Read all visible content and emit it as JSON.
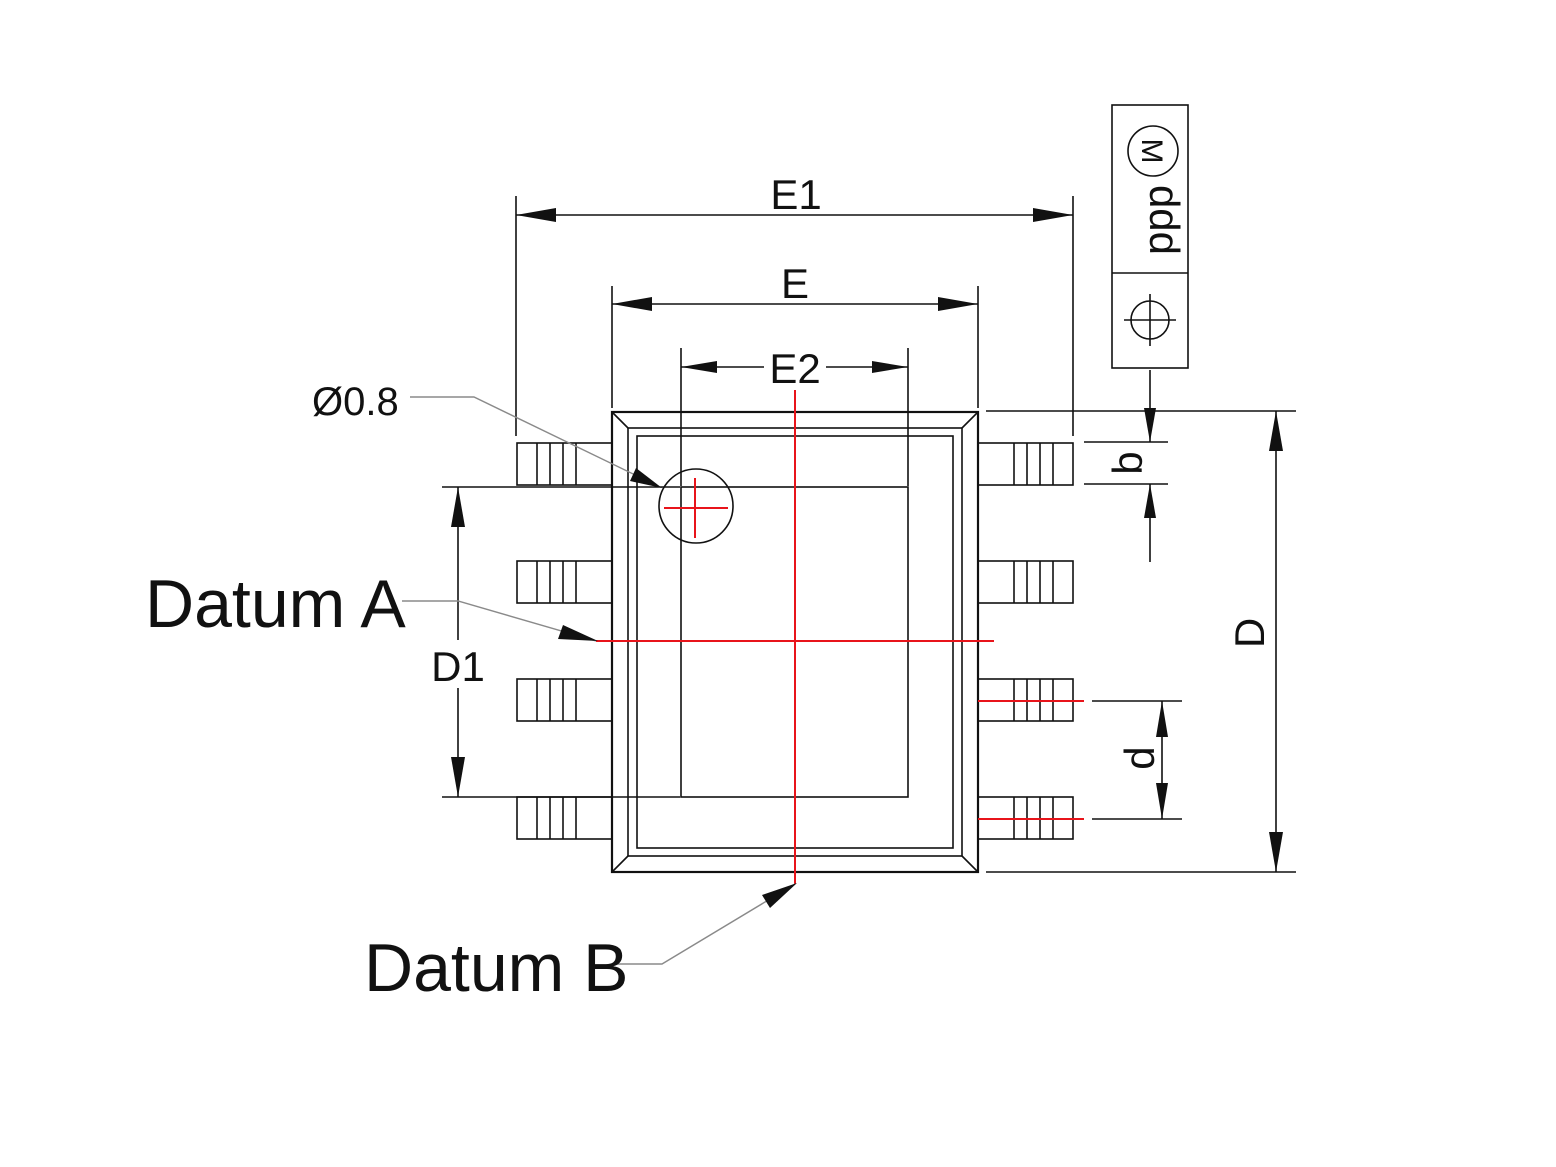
{
  "labels": {
    "e1": "E1",
    "e": "E",
    "e2": "E2",
    "d": "D",
    "d1": "D1",
    "b": "b",
    "pitch": "d",
    "hole": "Ø0.8",
    "datum_a": "Datum A",
    "datum_b": "Datum B"
  },
  "tolerance_frame": {
    "symbol": "position-icon",
    "value": "ddd",
    "modifier": "M"
  },
  "colors": {
    "outline": "#111111",
    "centerline": "#e8141b",
    "leader": "#8a8a8a"
  },
  "pins_per_side": 4
}
